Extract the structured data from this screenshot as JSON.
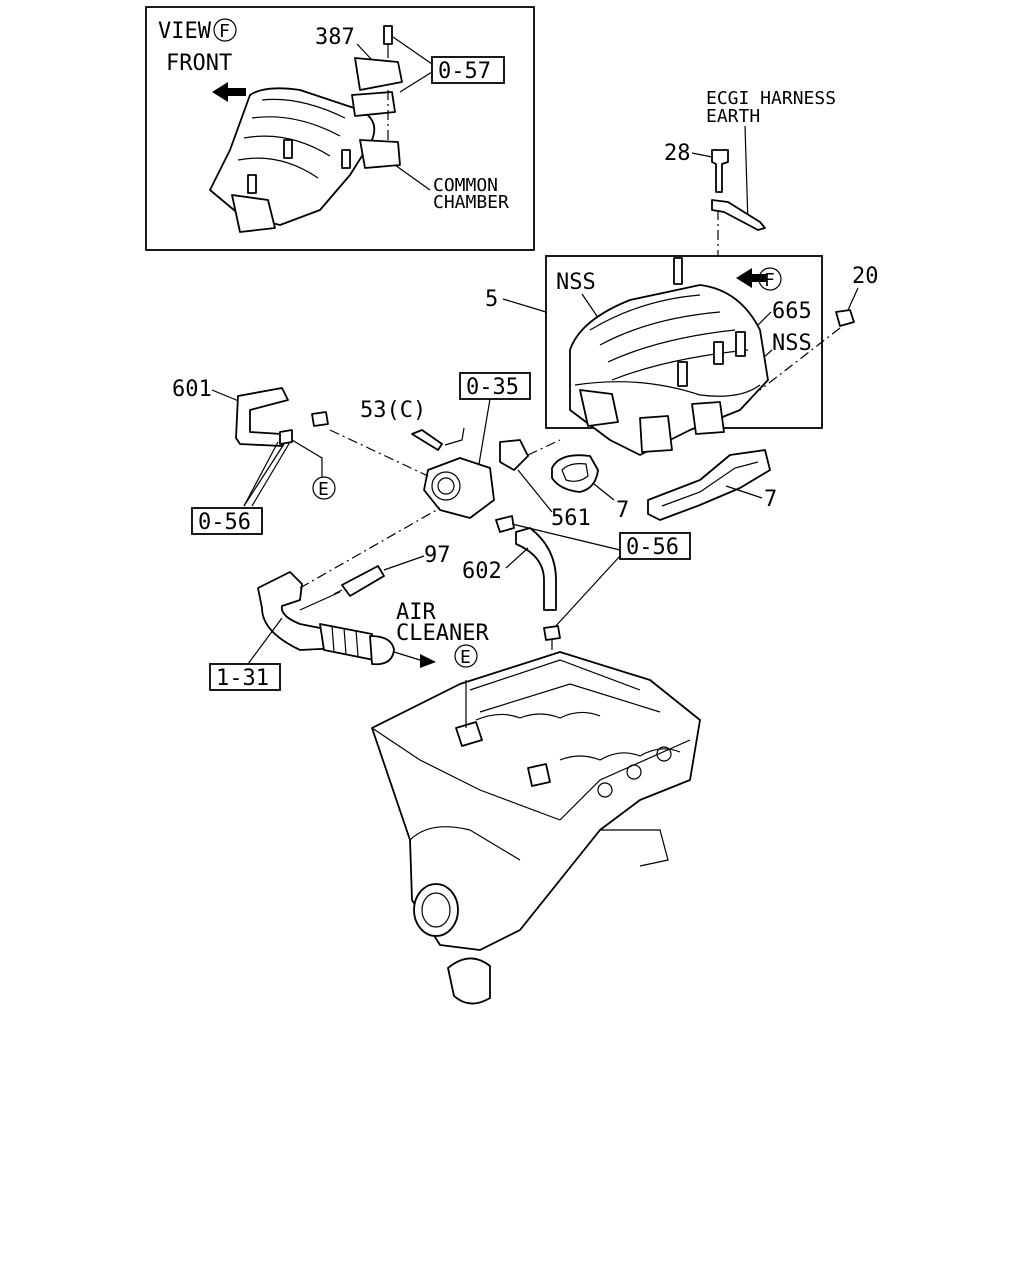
{
  "inset": {
    "view_label": "VIEW",
    "view_mark": "F",
    "front_label": "FRONT",
    "part_387": "387",
    "ref_057": "0-57",
    "common_label_1": "COMMON",
    "common_label_2": "CHAMBER"
  },
  "harness": {
    "line1": "ECGI HARNESS",
    "line2": "EARTH"
  },
  "parts": {
    "p28": "28",
    "p20": "20",
    "p5": "5",
    "nss1": "NSS",
    "nss2": "NSS",
    "p665": "665",
    "view_arrow_mark": "F",
    "p601": "601",
    "p53c": "53(C)",
    "ref_035": "0-35",
    "mark_e1": "E",
    "ref_056_left": "0-56",
    "p561": "561",
    "p7a": "7",
    "p7b": "7",
    "ref_056_right": "0-56",
    "p97": "97",
    "p602": "602",
    "air_cleaner_1": "AIR",
    "air_cleaner_2": "CLEANER",
    "mark_e2": "E",
    "ref_131": "1-31"
  }
}
